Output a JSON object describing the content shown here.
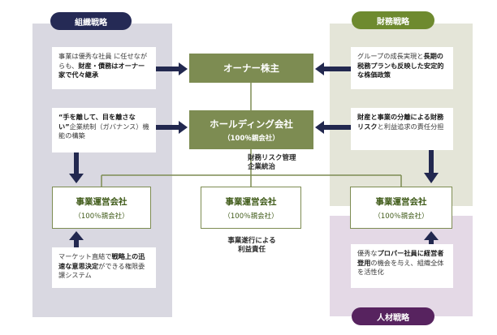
{
  "strategies": {
    "organization": {
      "title": "組織戦略"
    },
    "finance": {
      "title": "財務戦略"
    },
    "hr": {
      "title": "人材戦略"
    }
  },
  "left_boxes": [
    {
      "segments": [
        {
          "text": "事業は優秀な社員 に任せながらも、",
          "bold": false
        },
        {
          "text": "財産・債務はオーナー家で代々継承",
          "bold": true
        }
      ]
    },
    {
      "segments": [
        {
          "text": "“手を離して、目を離さない”",
          "bold": true
        },
        {
          "text": "企業統制（ガバナンス）機能の構築",
          "bold": false
        }
      ]
    },
    {
      "segments": [
        {
          "text": "マーケット直結で",
          "bold": false
        },
        {
          "text": "戦略上の迅速な意思決定",
          "bold": true
        },
        {
          "text": "ができる権限委譲システム",
          "bold": false
        }
      ]
    }
  ],
  "right_boxes": [
    {
      "segments": [
        {
          "text": "グループの成長実現と",
          "bold": false
        },
        {
          "text": "長期の税務プランも反映した安定的な株価政策",
          "bold": true
        }
      ]
    },
    {
      "segments": [
        {
          "text": "財産と事業の分離による財務リスク",
          "bold": true
        },
        {
          "text": "と利益追求の責任分担",
          "bold": false
        }
      ]
    },
    {
      "segments": [
        {
          "text": "優秀な",
          "bold": false
        },
        {
          "text": "プロパー社員に経営者登用",
          "bold": true
        },
        {
          "text": "の機会を与え、組織全体を活性化",
          "bold": false
        }
      ]
    }
  ],
  "owner": {
    "label": "オーナー株主"
  },
  "holding": {
    "label": "ホールディング会社",
    "sub": "（100％親会社）"
  },
  "operating": [
    {
      "label": "事業運営会社",
      "sub": "（100％親会社）"
    },
    {
      "label": "事業運営会社",
      "sub": "（100％親会社）"
    },
    {
      "label": "事業運営会社",
      "sub": "（100％親会社）"
    }
  ],
  "labels": {
    "holding_role": [
      "財務リスク管理",
      "企業統治"
    ],
    "operating_role": [
      "事業遂行による",
      "利益責任"
    ]
  },
  "colors": {
    "org_panel": "#d9d8e1",
    "fin_panel": "#e4e5d8",
    "hr_panel": "#e4d9e6",
    "org_pill": "#252a55",
    "fin_pill": "#6e8a2f",
    "hr_pill": "#57235f",
    "green": "#7d8c52",
    "arrow": "#22284f"
  }
}
